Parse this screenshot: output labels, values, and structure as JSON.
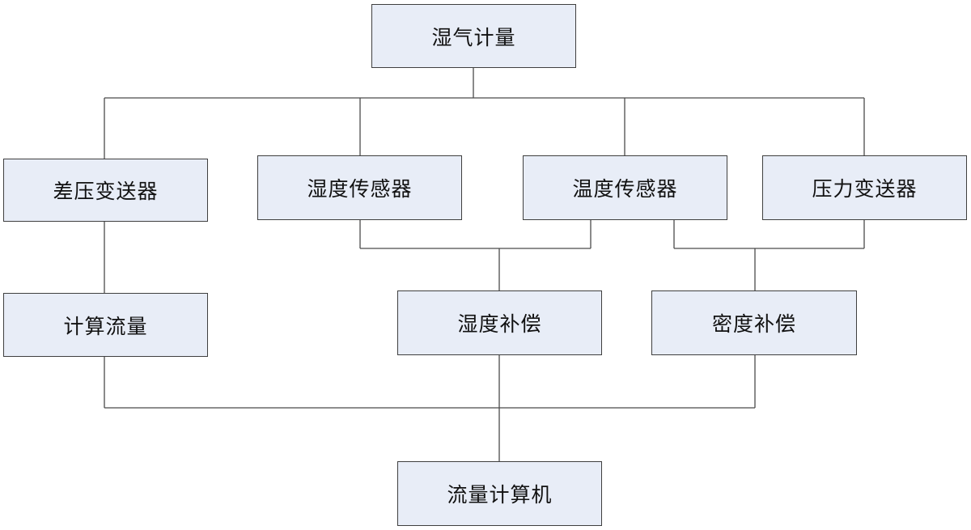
{
  "colors": {
    "box_fill": "#e8edf7",
    "box_border": "#3f3f3f",
    "line": "#4a4a4a",
    "text": "#111111"
  },
  "nodes": {
    "root": {
      "label": "湿气计量"
    },
    "dp_transmitter": {
      "label": "差压变送器"
    },
    "humidity_sensor": {
      "label": "湿度传感器"
    },
    "temperature_sensor": {
      "label": "温度传感器"
    },
    "pressure_transmitter": {
      "label": "压力变送器"
    },
    "calc_flow": {
      "label": "计算流量"
    },
    "humidity_compensation": {
      "label": "湿度补偿"
    },
    "density_compensation": {
      "label": "密度补偿"
    },
    "flow_computer": {
      "label": "流量计算机"
    }
  },
  "edges": [
    {
      "from": "root",
      "to": "dp_transmitter"
    },
    {
      "from": "root",
      "to": "humidity_sensor"
    },
    {
      "from": "root",
      "to": "temperature_sensor"
    },
    {
      "from": "root",
      "to": "pressure_transmitter"
    },
    {
      "from": "dp_transmitter",
      "to": "calc_flow"
    },
    {
      "from": "humidity_sensor",
      "to": "humidity_compensation"
    },
    {
      "from": "temperature_sensor",
      "to": "humidity_compensation"
    },
    {
      "from": "temperature_sensor",
      "to": "density_compensation"
    },
    {
      "from": "pressure_transmitter",
      "to": "density_compensation"
    },
    {
      "from": "calc_flow",
      "to": "flow_computer"
    },
    {
      "from": "humidity_compensation",
      "to": "flow_computer"
    },
    {
      "from": "density_compensation",
      "to": "flow_computer"
    }
  ]
}
